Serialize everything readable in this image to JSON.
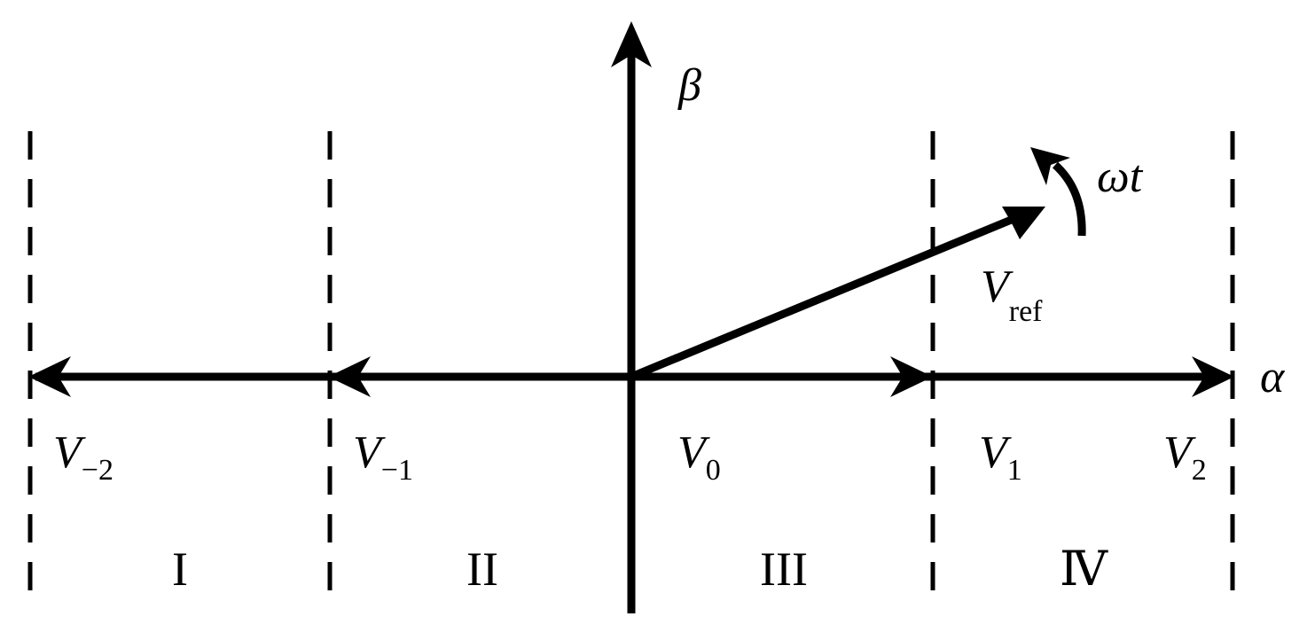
{
  "axes": {
    "alpha_label": "α",
    "beta_label": "β"
  },
  "rotation": {
    "label": "ωt"
  },
  "reference_vector": {
    "symbol": "V",
    "subscript": "ref"
  },
  "vectors": [
    {
      "id": "v-minus-2",
      "symbol": "V",
      "subscript": "−2"
    },
    {
      "id": "v-minus-1",
      "symbol": "V",
      "subscript": "−1"
    },
    {
      "id": "v-0",
      "symbol": "V",
      "subscript": "0"
    },
    {
      "id": "v-1",
      "symbol": "V",
      "subscript": "1"
    },
    {
      "id": "v-2",
      "symbol": "V",
      "subscript": "2"
    }
  ],
  "regions": [
    "I",
    "II",
    "III",
    "Ⅳ"
  ]
}
